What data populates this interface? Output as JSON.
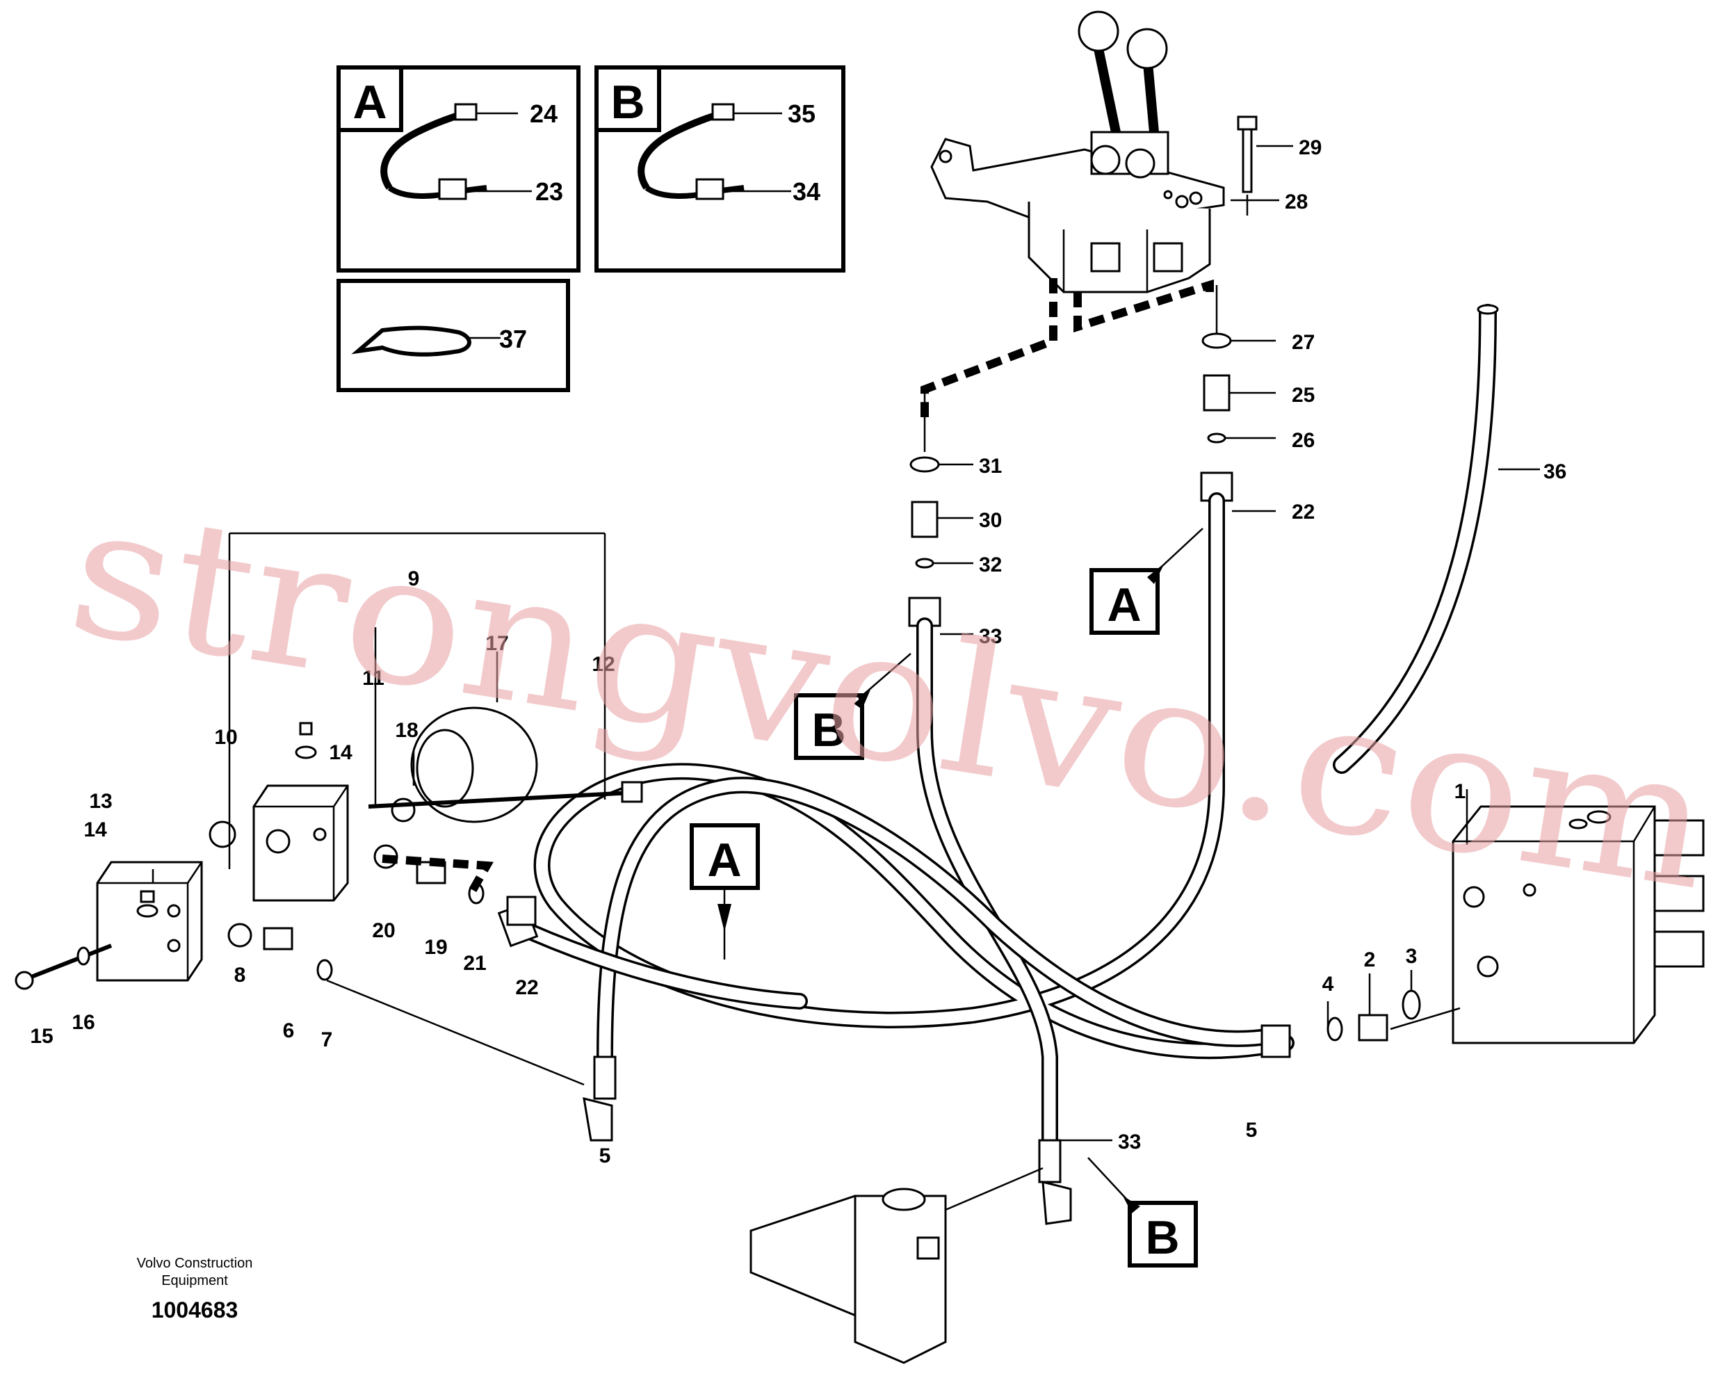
{
  "callouts": [
    "1",
    "2",
    "3",
    "4",
    "5",
    "5",
    "6",
    "7",
    "8",
    "9",
    "10",
    "11",
    "12",
    "13",
    "14",
    "14",
    "15",
    "16",
    "17",
    "18",
    "19",
    "20",
    "21",
    "22",
    "22",
    "23",
    "24",
    "25",
    "26",
    "27",
    "28",
    "29",
    "30",
    "31",
    "32",
    "33",
    "33",
    "34",
    "35",
    "36",
    "37"
  ],
  "detail_boxes": {
    "a": {
      "letter": "A",
      "labels": [
        "24",
        "23"
      ]
    },
    "b": {
      "letter": "B",
      "labels": [
        "35",
        "34"
      ]
    },
    "c": {
      "labels": [
        "37"
      ]
    }
  },
  "tags": {
    "a1": "A",
    "a2": "A",
    "b1": "B",
    "b2": "B"
  },
  "footer": {
    "line1": "Volvo Construction",
    "line2": "Equipment",
    "code": "1004683"
  },
  "watermark": "strongvolvo.com"
}
